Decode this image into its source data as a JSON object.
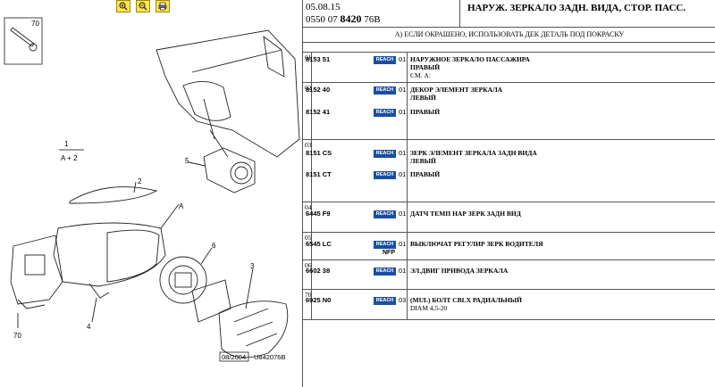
{
  "toolbar": {
    "buttons": [
      {
        "icon": "zoom-in-icon"
      },
      {
        "icon": "zoom-out-icon"
      },
      {
        "icon": "print-icon"
      }
    ]
  },
  "illustration": {
    "callouts": [
      "70",
      "1",
      "A + 2",
      "2",
      "A",
      "5",
      "6",
      "3",
      "4",
      "70"
    ],
    "date_stamp": "08/2004",
    "ref_code": "U842076B"
  },
  "header": {
    "date": "05.08.15",
    "code_prefix": "0550 07",
    "code_bold": "8420",
    "code_suffix": "76B",
    "title": "НАРУЖ. ЗЕРКАЛО ЗАДН. ВИДА, СТОР. ПАСС."
  },
  "note": "А) ЕСЛИ ОКРАШЕНО, ИСПОЛЬЗОВАТЬ ДЕК ДЕТАЛЬ ПОД ПОКРАСКУ",
  "groups": [
    {
      "num": "01",
      "parts": [
        {
          "pn": "8153 51",
          "badge": "REACH",
          "qty": "01",
          "desc": "НАРУЖНОЕ ЗЕРКАЛО ПАССАЖИРА",
          "sub": [
            "ПРАВЫЙ",
            "СМ. А:"
          ]
        }
      ]
    },
    {
      "num": "02",
      "parts": [
        {
          "pn": "8152 40",
          "badge": "REACH",
          "qty": "01",
          "desc": "ДЕКОР ЭЛЕМЕНТ ЗЕРКАЛА",
          "sub": [
            "ЛЕВЫЙ"
          ]
        },
        {
          "pn": "8152 41",
          "badge": "REACH",
          "qty": "01",
          "desc": "ПРАВЫЙ",
          "sub": []
        }
      ]
    },
    {
      "num": "03",
      "parts": [
        {
          "pn": "8151 CS",
          "badge": "REACH",
          "qty": "01",
          "desc": "ЗЕРК ЭЛЕМЕНТ ЗЕРКАЛА ЗАДН ВИДА",
          "sub": [
            "ЛЕВЫЙ"
          ]
        },
        {
          "pn": "8151 CT",
          "badge": "REACH",
          "qty": "01",
          "desc": "ПРАВЫЙ",
          "sub": []
        }
      ]
    },
    {
      "num": "04",
      "parts": [
        {
          "pn": "6445 F9",
          "badge": "REACH",
          "qty": "01",
          "desc": "ДАТЧ ТЕМП НАР ЗЕРК ЗАДН ВИД",
          "sub": []
        }
      ]
    },
    {
      "num": "05",
      "parts": [
        {
          "pn": "6545 LC",
          "badge": "REACH",
          "extra": "NFP",
          "qty": "01",
          "desc": "ВЫКЛЮЧАТ РЕГУЛИР ЗЕРК ВОДИТЕЛЯ",
          "sub": []
        }
      ]
    },
    {
      "num": "06",
      "parts": [
        {
          "pn": "6602 38",
          "badge": "REACH",
          "qty": "01",
          "desc": "ЭЛ.ДВИГ ПРИВОДА ЗЕРКАЛА",
          "sub": []
        }
      ]
    },
    {
      "num": "70",
      "parts": [
        {
          "pn": "6925 N0",
          "badge": "REACH",
          "qty": "03",
          "desc": "(MUL) БОЛТ CBLX РАДИАЛЬНЫЙ",
          "sub": [
            "DIAM 4,5-20"
          ]
        }
      ]
    }
  ]
}
